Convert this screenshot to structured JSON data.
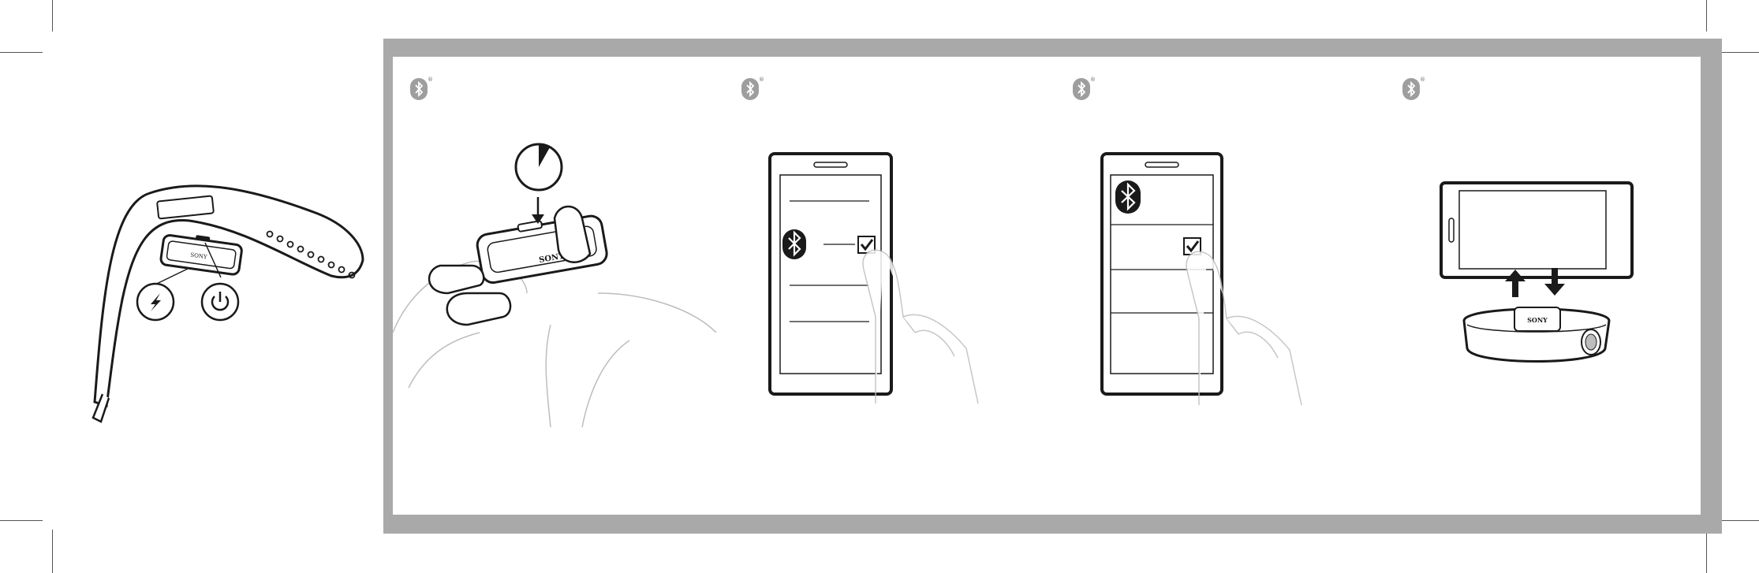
{
  "colors": {
    "frame": "#a9a9a9",
    "line": "#1a1a1a",
    "hand": "#bdbdbd",
    "badge": "#9e9e9e"
  },
  "registered_mark": "®",
  "brand_label": "SONY",
  "steps": [
    {
      "icon": "bluetooth-icon",
      "illustration": "press-power-key-with-timer"
    },
    {
      "icon": "bluetooth-icon",
      "illustration": "phone-enable-bluetooth"
    },
    {
      "icon": "bluetooth-icon",
      "illustration": "phone-select-device"
    },
    {
      "icon": "bluetooth-icon",
      "illustration": "phone-band-pairing"
    }
  ],
  "band_buttons": [
    {
      "icon": "charge-icon"
    },
    {
      "icon": "power-icon"
    }
  ]
}
